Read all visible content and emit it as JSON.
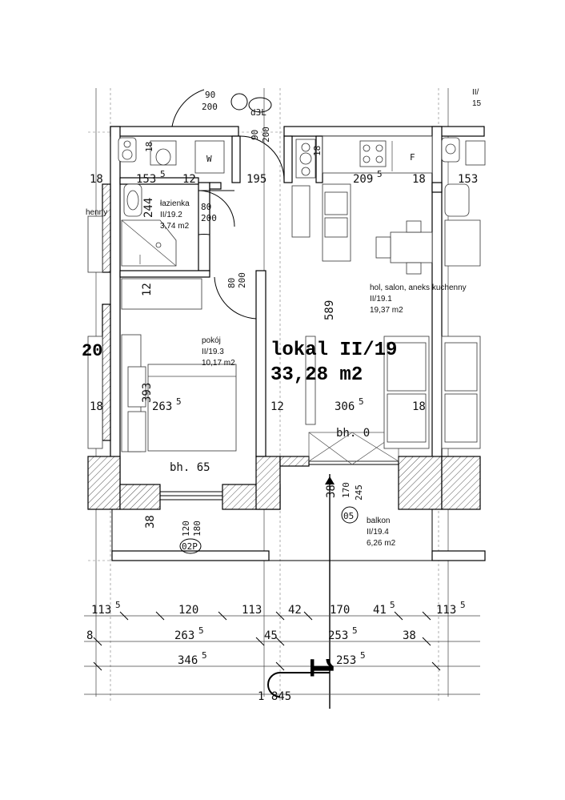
{
  "unit": {
    "title": "lokal II/19",
    "area": "33,28 m2"
  },
  "rooms": {
    "bathroom": {
      "name": "łazienka",
      "code": "II/19.2",
      "area": "3,74 m2"
    },
    "living": {
      "name": "hol, salon, aneks kuchenny",
      "code": "II/19.1",
      "area": "19,37 m2"
    },
    "bedroom": {
      "name": "pokój",
      "code": "II/19.3",
      "area": "10,17 m2"
    },
    "balcony": {
      "name": "balkon",
      "code": "II/19.4",
      "area": "6,26 m2"
    },
    "neighbor_left_fragment": "henny",
    "neighbor_left_number": "20",
    "neighbor_right_fragment": "II/",
    "neighbor_right_fragment2": "15"
  },
  "sill_heights": {
    "bedroom": "bh. 65",
    "living": "bh. 0"
  },
  "markers": {
    "duct": "d3L",
    "window_living": "05",
    "window_bedroom": "02P",
    "fridge": "F",
    "washer": "W",
    "section_mark": "1"
  },
  "dims_interior": {
    "d_18_tl": "18",
    "d_153": "153",
    "d_153_sup": "5",
    "d_12_a": "12",
    "d_195": "195",
    "d_209": "209",
    "d_209_sup": "5",
    "d_18_tr": "18",
    "d_153_right": "153",
    "d_244": "244",
    "d_12_b": "12",
    "d_589": "589",
    "d_393": "393",
    "d_18_ml": "18",
    "d_263": "263",
    "d_263_sup": "5",
    "d_12_c": "12",
    "d_306": "306",
    "d_306_sup": "5",
    "d_18_mr": "18",
    "d_38": "38",
    "d_38b": "38",
    "d_18_vert": "18",
    "d_18_vert2": "18"
  },
  "dims_openings": {
    "top_door_w": "90",
    "top_door_h": "200",
    "entry_w": "90",
    "entry_h": "200",
    "bath_door_w": "80",
    "bath_door_h": "200",
    "room_door_w": "80",
    "room_door_h": "200",
    "balc_door_w": "170",
    "balc_door_h": "245",
    "win_w": "120",
    "win_h": "180"
  },
  "dims_chain1": {
    "a": "113",
    "a_sup": "5",
    "b": "120",
    "c": "113",
    "d": "42",
    "e": "170",
    "f": "41",
    "f_sup": "5",
    "g": "113",
    "g_sup": "5"
  },
  "dims_chain2": {
    "a": "8",
    "b": "263",
    "b_sup": "5",
    "c": "45",
    "d": "253",
    "d_sup": "5",
    "e": "38"
  },
  "dims_chain3": {
    "a": "346",
    "a_sup": "5",
    "b": "253",
    "b_sup": "5"
  },
  "dims_chain4": {
    "a": "1 845"
  }
}
